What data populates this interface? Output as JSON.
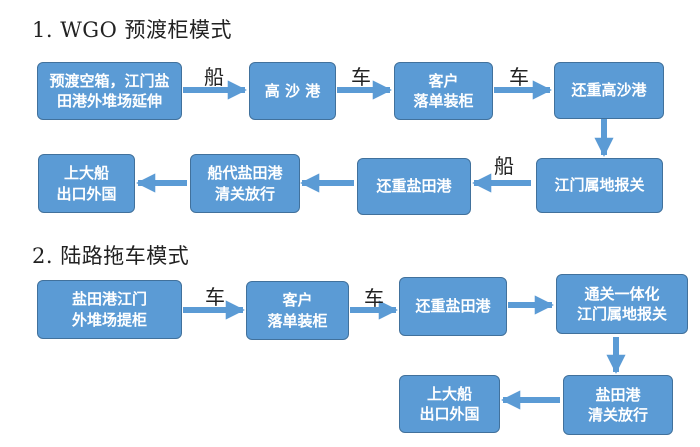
{
  "colors": {
    "box_fill": "#5b9bd5",
    "box_border": "#41719c",
    "arrow": "#5b9bd5",
    "text": "#ffffff"
  },
  "section1": {
    "title": "1. WGO 预渡柜模式",
    "steps": [
      "预渡空箱，江门盐\n田港外堆场延伸",
      "高 沙 港",
      "客户\n落单装柜",
      "还重高沙港",
      "江门属地报关",
      "还重盐田港",
      "船代盐田港\n清关放行",
      "上大船\n出口外国"
    ],
    "arrow_labels": [
      "船",
      "车",
      "车",
      "船"
    ]
  },
  "section2": {
    "title": "2. 陆路拖车模式",
    "steps": [
      "盐田港江门\n外堆场提柜",
      "客户\n落单装柜",
      "还重盐田港",
      "通关一体化\n江门属地报关",
      "盐田港\n清关放行",
      "上大船\n出口外国"
    ],
    "arrow_labels": [
      "车",
      "车"
    ]
  }
}
